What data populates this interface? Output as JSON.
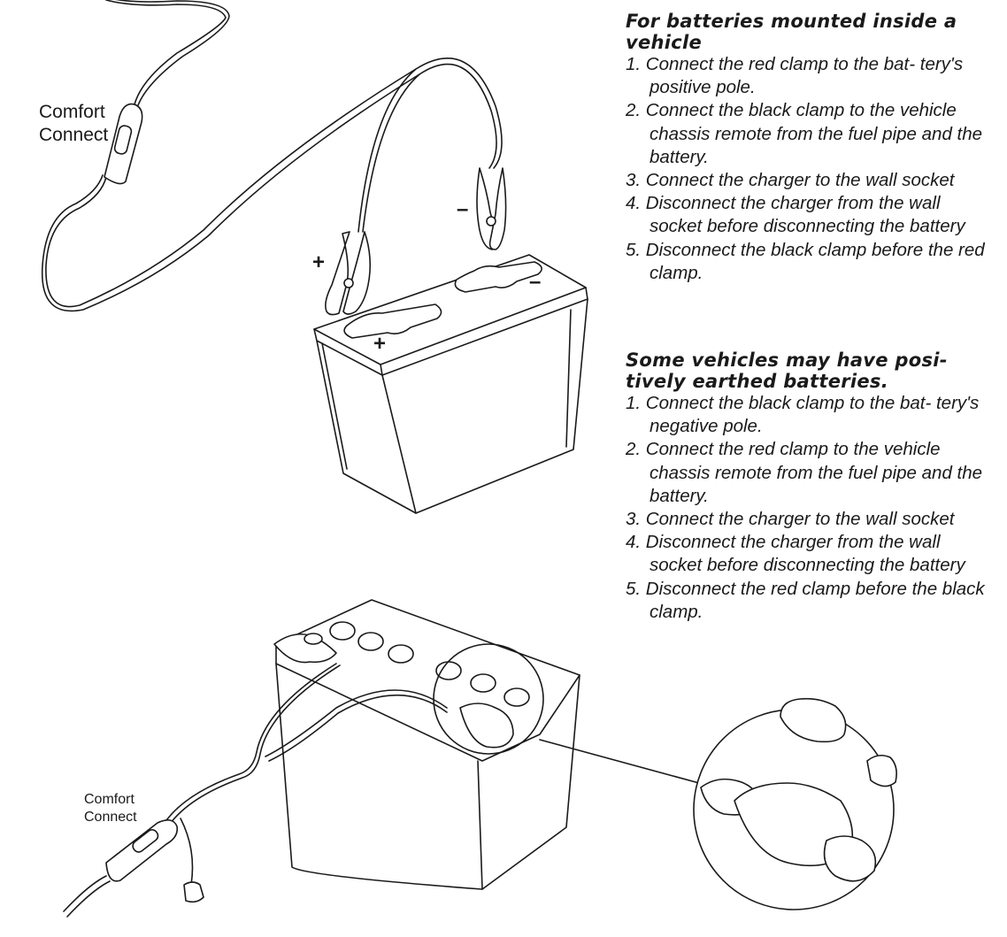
{
  "section_a": {
    "heading": "For batteries mounted inside a vehicle",
    "steps": [
      "1. Connect the red clamp to the bat- tery's positive pole.",
      "2. Connect the black clamp to the vehicle chassis remote from the fuel pipe and the battery.",
      "3. Connect the charger to the wall socket",
      "4. Disconnect the charger from the wall socket before disconnecting the battery",
      "5. Disconnect the black clamp before the red clamp."
    ]
  },
  "section_b": {
    "heading": "Some vehicles may have posi- tively earthed batteries.",
    "steps": [
      "1. Connect the black clamp to the bat- tery's negative pole.",
      "2. Connect the red clamp to the vehicle chassis remote from the fuel pipe and the battery.",
      "3. Connect the charger to the wall socket",
      "4. Disconnect the charger from the wall socket before disconnecting the battery",
      "5. Disconnect the red clamp before the black clamp."
    ]
  },
  "labels": {
    "cc_top_line1": "Comfort",
    "cc_top_line2": "Connect",
    "cc_bottom_line1": "Comfort",
    "cc_bottom_line2": "Connect",
    "plus": "+",
    "minus": "–"
  }
}
